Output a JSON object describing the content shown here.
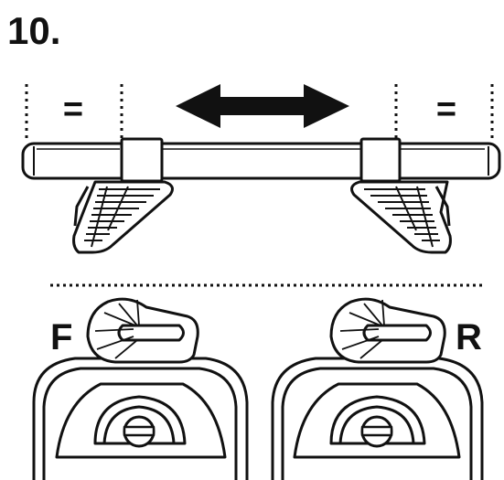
{
  "step_number": "10.",
  "top_view": {
    "left_mark": "=",
    "right_mark": "=",
    "arrow_icon": "double-arrow-icon"
  },
  "bottom_view": {
    "left_label": "F",
    "right_label": "R"
  },
  "colors": {
    "ink": "#111111",
    "background": "#ffffff"
  }
}
